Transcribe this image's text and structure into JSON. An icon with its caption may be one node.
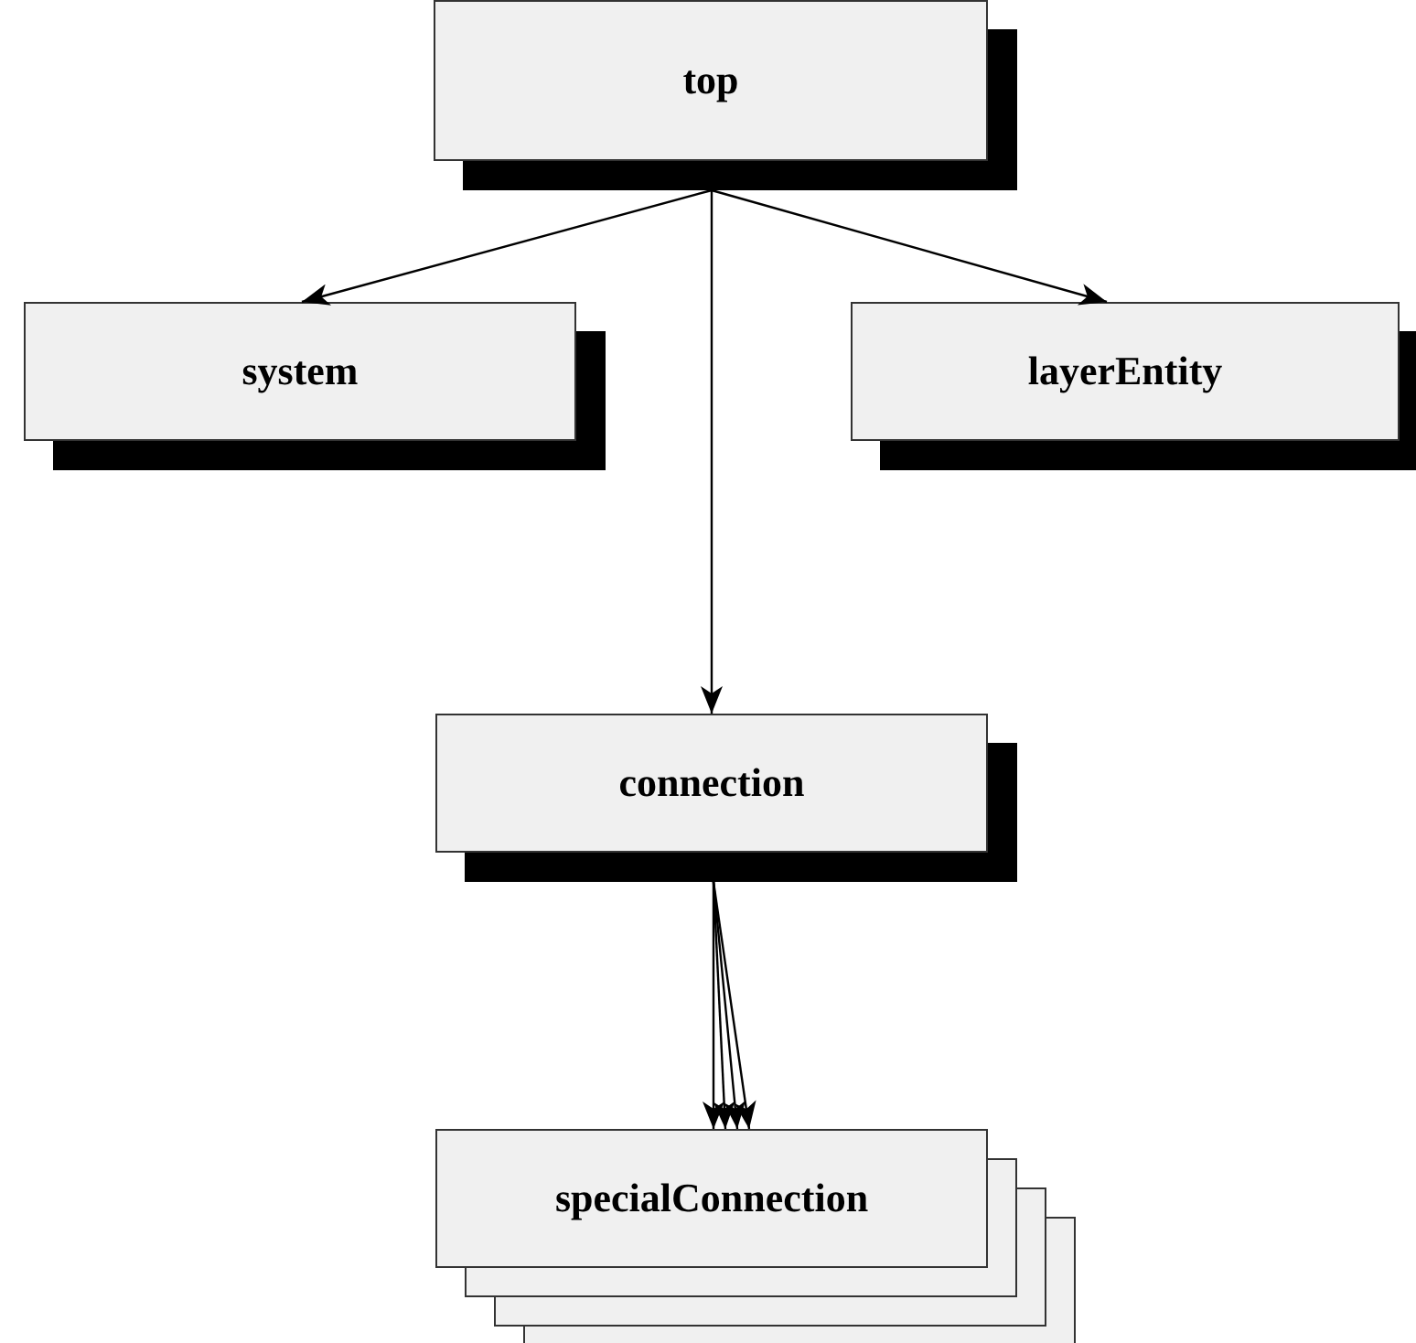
{
  "diagram": {
    "nodes": [
      {
        "text": [
          "top"
        ]
      },
      {
        "text": [
          "system"
        ]
      },
      {
        "text": [
          "layerEntity"
        ]
      },
      {
        "text": [
          "connection"
        ]
      },
      {
        "text": [
          "specialConnection"
        ]
      }
    ],
    "edges": [
      {
        "from": 0,
        "to": 1,
        "arrow": "to"
      },
      {
        "from": 0,
        "to": 3,
        "arrow": "to"
      },
      {
        "from": 0,
        "to": 2,
        "arrow": "to"
      },
      {
        "from": 3,
        "to": 4,
        "arrow": "to"
      },
      {
        "from": 3,
        "to": 4,
        "arrow": "to"
      },
      {
        "from": 3,
        "to": 4,
        "arrow": "to"
      },
      {
        "from": 3,
        "to": 4,
        "arrow": "to"
      }
    ]
  }
}
